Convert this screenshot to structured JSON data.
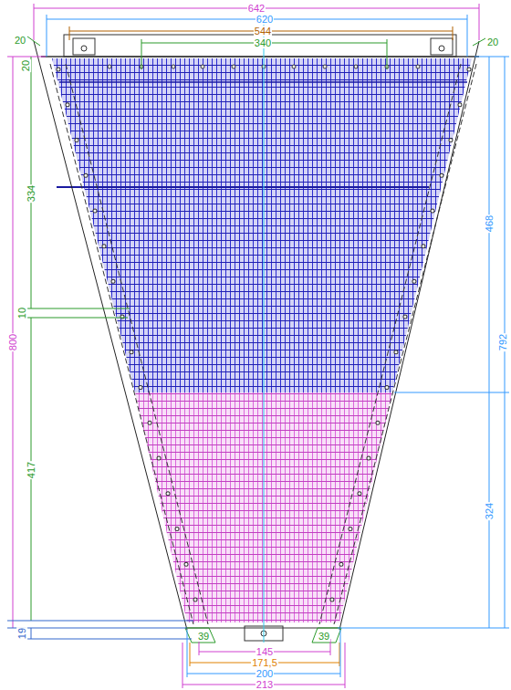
{
  "diagram": {
    "labels": [
      "642",
      "620",
      "544",
      "340",
      "20",
      "20",
      "20",
      "334",
      "10",
      "800",
      "417",
      "19",
      "468",
      "792",
      "324",
      "39",
      "39",
      "145",
      "171,5",
      "200",
      "213"
    ]
  }
}
